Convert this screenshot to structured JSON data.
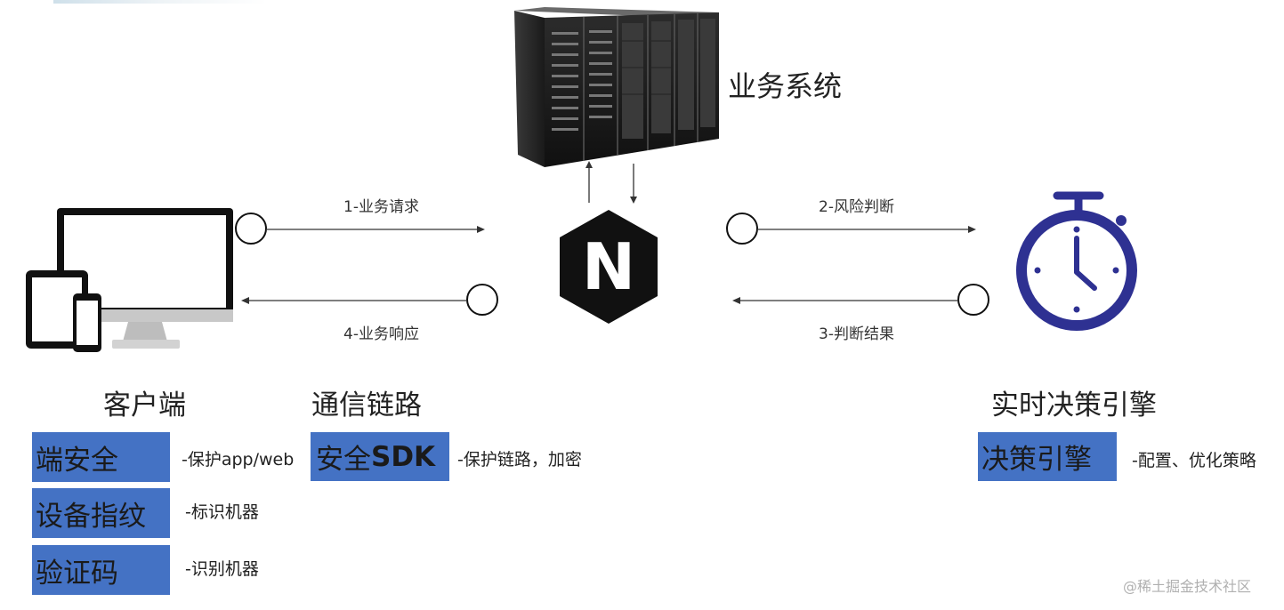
{
  "business_system": {
    "label": "业务系统"
  },
  "flows": {
    "request": "1-业务请求",
    "risk_judge": "2-风险判断",
    "judge_result": "3-判断结果",
    "response": "4-业务响应"
  },
  "gateway": {
    "letter": "N"
  },
  "client": {
    "title": "客户端",
    "items": [
      {
        "label": "端安全",
        "desc": "-保护app/web"
      },
      {
        "label": "设备指纹",
        "desc": "-标识机器"
      },
      {
        "label": "验证码",
        "desc": "-识别机器"
      }
    ]
  },
  "channel": {
    "title": "通信链路",
    "item": {
      "label_cn": "安全",
      "label_en": "SDK",
      "desc": "-保护链路，加密"
    }
  },
  "engine": {
    "title": "实时决策引擎",
    "item": {
      "label": "决策引擎",
      "desc": "-配置、优化策略"
    }
  },
  "watermark": "@稀土掘金技术社区",
  "colors": {
    "box_blue": "#4472c4",
    "stopwatch_navy": "#2e3192",
    "hexagon": "#111111"
  }
}
